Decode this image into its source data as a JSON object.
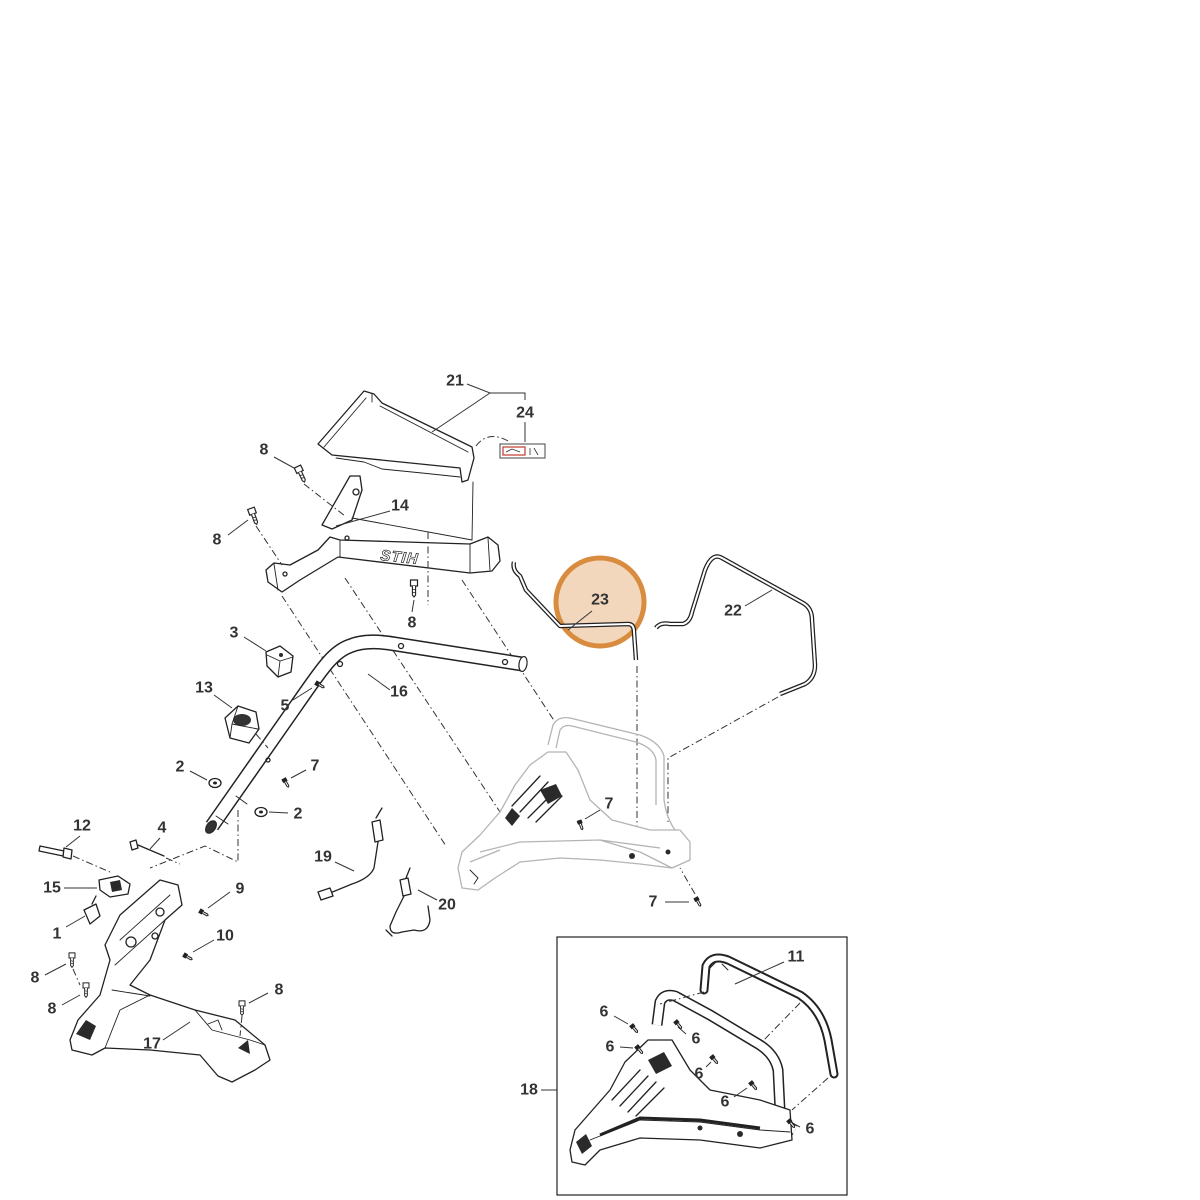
{
  "callouts": [
    "21",
    "24",
    "8",
    "14",
    "8",
    "8",
    "23",
    "22",
    "3",
    "16",
    "13",
    "5",
    "2",
    "7",
    "2",
    "7",
    "12",
    "4",
    "19",
    "15",
    "9",
    "20",
    "7",
    "1",
    "10",
    "8",
    "11",
    "8",
    "8",
    "6",
    "6",
    "6",
    "17",
    "6",
    "18",
    "6",
    "6"
  ],
  "brand_text": "STIH",
  "highlighted_callout": "23",
  "colors": {
    "highlight": "#d98c3f",
    "line": "#222222",
    "ghost": "#b4b4b4",
    "sticker_accent": "#c0392b"
  }
}
